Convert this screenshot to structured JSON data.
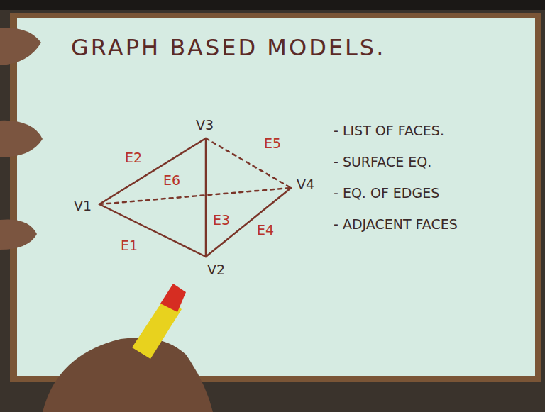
{
  "diagram": {
    "title": "GRAPH BASED MODELS.",
    "labels": [
      "V1",
      "V2",
      "V3",
      "V4",
      "E1",
      "E2",
      "E3",
      "E4",
      "E5",
      "E6",
      "- LIST OF FACES.",
      "- SURFACE EQ.",
      "- EQ. OF EDGES",
      "- ADJACENT FACES"
    ]
  }
}
